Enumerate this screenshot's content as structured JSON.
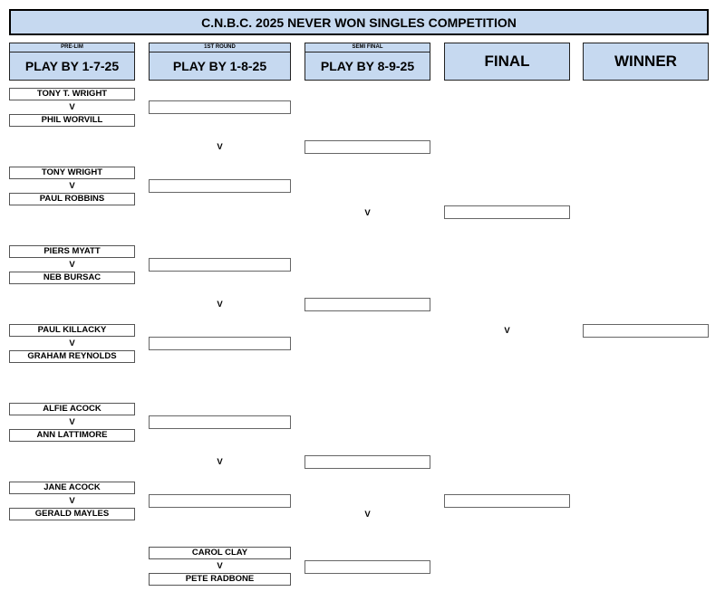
{
  "title": "C.N.B.C. 2025 NEVER WON SINGLES COMPETITION",
  "headers": {
    "prelim": {
      "small": "PRE-LIM",
      "big": "PLAY BY 1-7-25"
    },
    "round1": {
      "small": "1ST ROUND",
      "big": "PLAY BY 1-8-25"
    },
    "semi": {
      "small": "SEMI FINAL",
      "big": "PLAY BY 8-9-25"
    },
    "final": "FINAL",
    "winner": "WINNER"
  },
  "versus": "V",
  "prelim_matches": [
    {
      "player1": "TONY T. WRIGHT",
      "player2": "PHIL WORVILL"
    },
    {
      "player1": "TONY WRIGHT",
      "player2": "PAUL ROBBINS"
    },
    {
      "player1": "PIERS MYATT",
      "player2": "NEB BURSAC"
    },
    {
      "player1": "PAUL KILLACKY",
      "player2": "GRAHAM REYNOLDS"
    },
    {
      "player1": "ALFIE ACOCK",
      "player2": "ANN LATTIMORE"
    },
    {
      "player1": "JANE ACOCK",
      "player2": "GERALD MAYLES"
    }
  ],
  "round1_bye_match": {
    "player1": "CAROL CLAY",
    "player2": "PETE RADBONE"
  }
}
